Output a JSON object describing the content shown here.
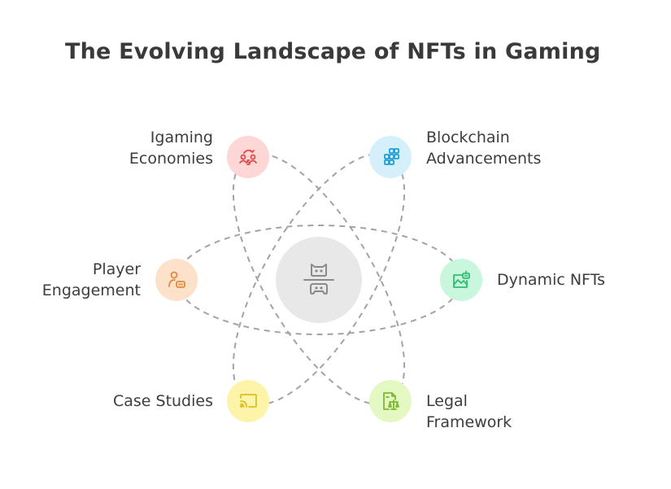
{
  "title": "The Evolving Landscape of NFTs in Gaming",
  "center": {
    "icon": "gaming-nft-icon",
    "fill": "#e8e8e8",
    "stroke": "#8a8a8a"
  },
  "nodes": [
    {
      "id": "igaming",
      "label_line1": "Igaming",
      "label_line2": "Economies",
      "icon": "economy-exchange-icon",
      "fill": "#fdd6d6",
      "color": "#e04848"
    },
    {
      "id": "blockchain",
      "label_line1": "Blockchain",
      "label_line2": "Advancements",
      "icon": "blockchain-blocks-icon",
      "fill": "#d5f0fb",
      "color": "#1ba0d8"
    },
    {
      "id": "player",
      "label_line1": "Player",
      "label_line2": "Engagement",
      "icon": "player-gamepad-icon",
      "fill": "#fde1ca",
      "color": "#e08a3a"
    },
    {
      "id": "dynamic",
      "label_line1": "Dynamic NFTs",
      "label_line2": "",
      "icon": "image-robot-icon",
      "fill": "#c9f7de",
      "color": "#2fbf70"
    },
    {
      "id": "case",
      "label_line1": "Case Studies",
      "label_line2": "",
      "icon": "cast-screen-icon",
      "fill": "#fdf4a9",
      "color": "#dcc020"
    },
    {
      "id": "legal",
      "label_line1": "Legal",
      "label_line2": "Framework",
      "icon": "legal-scales-document-icon",
      "fill": "#e3f8c2",
      "color": "#7cb832"
    }
  ],
  "orbit": {
    "stroke": "#a3a3a3",
    "dash": "7 6"
  }
}
